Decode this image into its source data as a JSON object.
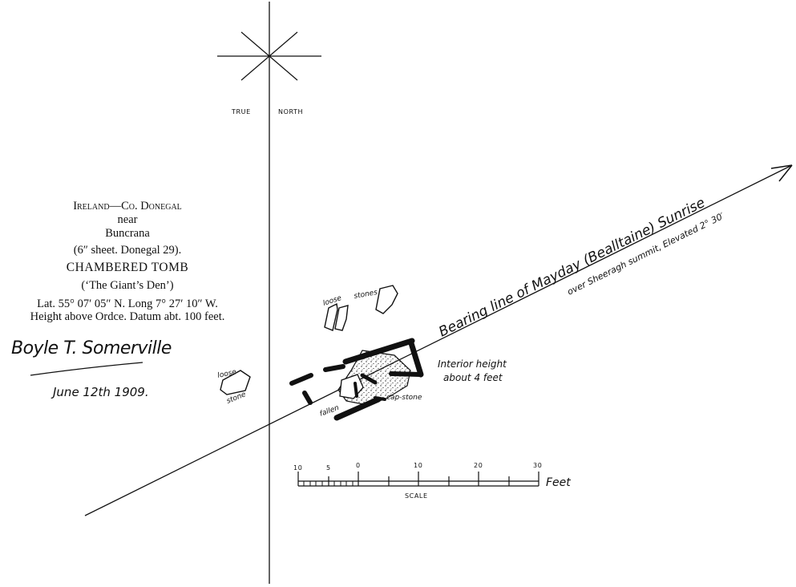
{
  "compass": {
    "true_label": "TRUE",
    "north_label": "NORTH"
  },
  "info": {
    "line1": "Ireland—Co. Donegal",
    "line2": "near",
    "line3": "Buncrana",
    "line4": "(6″ sheet.   Donegal 29).",
    "line5": "CHAMBERED TOMB",
    "line6": "(‘The Giant’s Den’)",
    "line7": "Lat. 55° 07′ 05″ N.   Long  7° 27′ 10″ W.",
    "line8": "Height above Ordce. Datum abt. 100 feet.",
    "signature": "Boyle T. Somerville",
    "date": "June 12th 1909."
  },
  "bearing": {
    "label": "Bearing line of Mayday (Bealltaine) Sunrise",
    "sublabel": "over Sheeragh summit, Elevated 2° 30′"
  },
  "labels": {
    "loose_stones_a": "loose",
    "loose_stones_b": "stones",
    "loose_stone_a": "loose",
    "loose_stone_b": "stone",
    "interior_1": "Interior height",
    "interior_2": "about 4 feet",
    "capstone": "cap-stone",
    "fallen": "fallen"
  },
  "scale": {
    "ticks": [
      "10",
      "5",
      "0",
      "10",
      "20",
      "30"
    ],
    "unit": "Feet",
    "title": "SCALE"
  }
}
